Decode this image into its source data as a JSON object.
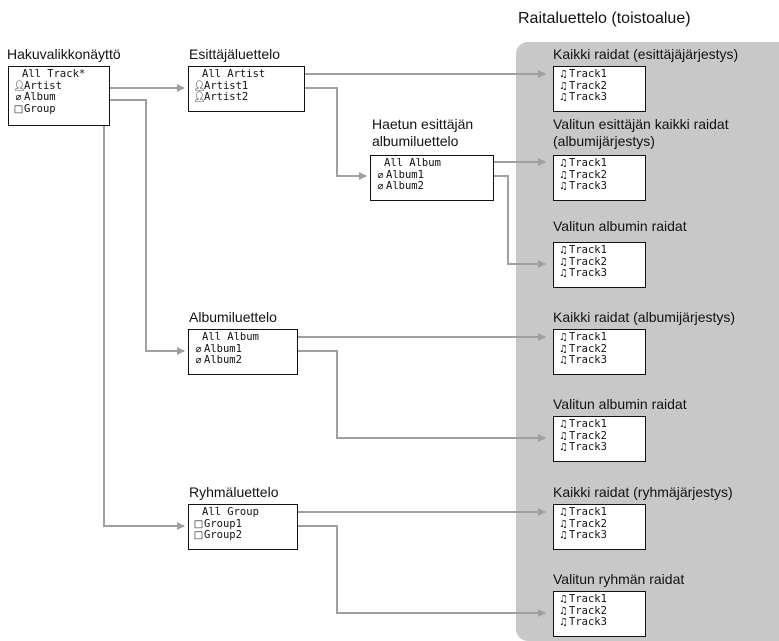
{
  "icons": {
    "person": "person-icon",
    "disc": "disc-icon",
    "folder": "folder-icon",
    "note": "music-note-icon"
  },
  "colors": {
    "panel": "#c8c8c8",
    "arrow": "#a0a0a0"
  },
  "header_right": "Raitaluettelo (toistoalue)",
  "search_menu": {
    "title": "Hakuvalikkonäyttö",
    "items": [
      "All Track*",
      "Artist",
      "Album",
      "Group"
    ]
  },
  "artist_list": {
    "title": "Esittäjäluettelo",
    "items": [
      "All Artist",
      "Artist1",
      "Artist2"
    ]
  },
  "artist_album_list": {
    "title_line1": "Haetun esittäjän",
    "title_line2": "albumiluettelo",
    "items": [
      "All Album",
      "Album1",
      "Album2"
    ]
  },
  "album_list": {
    "title": "Albumiluettelo",
    "items": [
      "All Album",
      "Album1",
      "Album2"
    ]
  },
  "group_list": {
    "title": "Ryhmäluettelo",
    "items": [
      "All Group",
      "Group1",
      "Group2"
    ]
  },
  "track_lists": [
    {
      "title": "Kaikki raidat (esittäjäjärjestys)",
      "title2": "",
      "tracks": [
        "Track1",
        "Track2",
        "Track3"
      ]
    },
    {
      "title": "Valitun esittäjän kaikki raidat",
      "title2": "(albumijärjestys)",
      "tracks": [
        "Track1",
        "Track2",
        "Track3"
      ]
    },
    {
      "title": "Valitun albumin raidat",
      "title2": "",
      "tracks": [
        "Track1",
        "Track2",
        "Track3"
      ]
    },
    {
      "title": "Kaikki raidat (albumijärjestys)",
      "title2": "",
      "tracks": [
        "Track1",
        "Track2",
        "Track3"
      ]
    },
    {
      "title": "Valitun albumin raidat",
      "title2": "",
      "tracks": [
        "Track1",
        "Track2",
        "Track3"
      ]
    },
    {
      "title": "Kaikki raidat (ryhmäjärjestys)",
      "title2": "",
      "tracks": [
        "Track1",
        "Track2",
        "Track3"
      ]
    },
    {
      "title": "Valitun ryhmän raidat",
      "title2": "",
      "tracks": [
        "Track1",
        "Track2",
        "Track3"
      ]
    }
  ]
}
